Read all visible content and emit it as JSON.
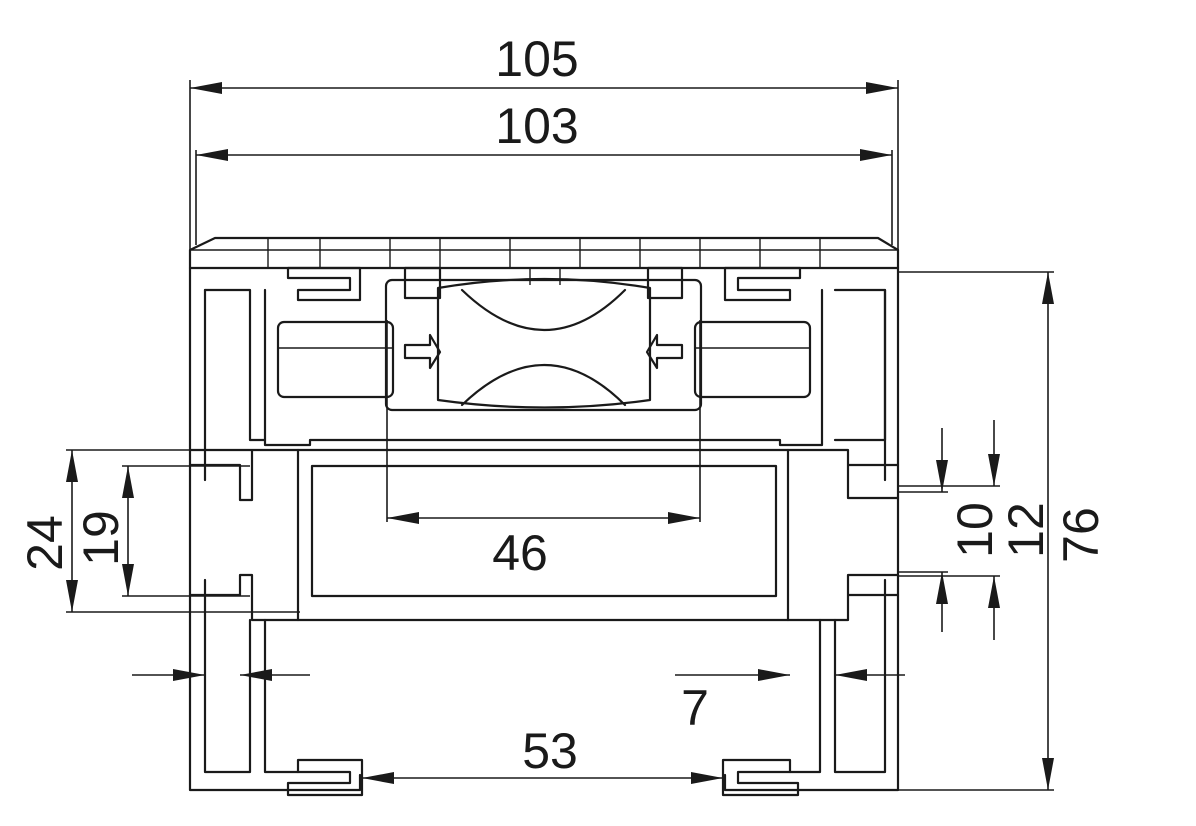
{
  "diagram": {
    "colors": {
      "line": "#1a1a1a",
      "background": "#ffffff"
    },
    "dimensions": {
      "overall_width": "105",
      "cover_width": "103",
      "inner_width": "46",
      "outer_height": "24",
      "inner_height": "19",
      "top_gap": "10",
      "mid_gap": "12",
      "total_height": "76",
      "wall": "7",
      "clip_span": "53"
    }
  }
}
